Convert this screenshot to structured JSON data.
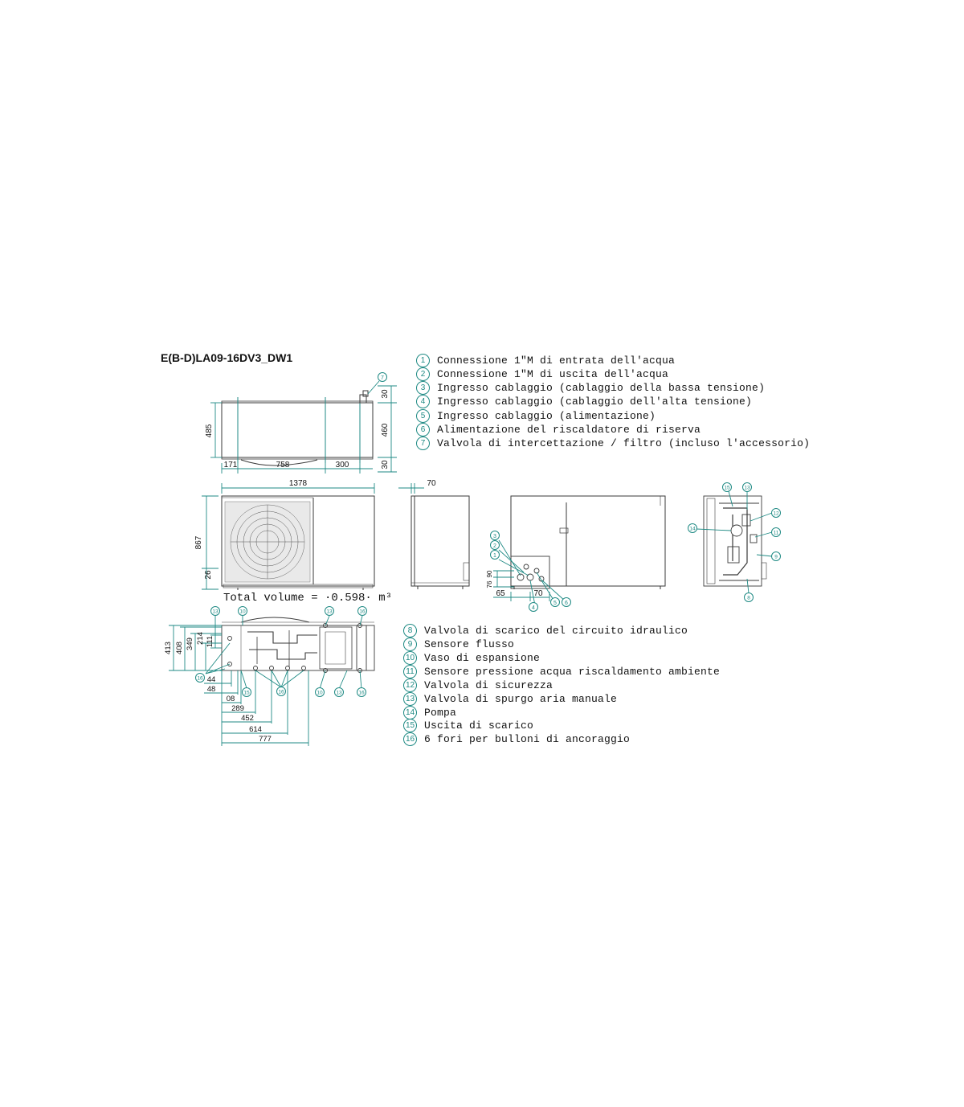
{
  "model": "E(B-D)LA09-16DV3_DW1",
  "total_volume": "Total volume = ·0.598· m³",
  "legend_top": [
    {
      "n": "1",
      "text": "Connessione 1\"M di entrata dell'acqua"
    },
    {
      "n": "2",
      "text": "Connessione 1\"M di uscita dell'acqua"
    },
    {
      "n": "3",
      "text": "Ingresso cablaggio (cablaggio della bassa tensione)"
    },
    {
      "n": "4",
      "text": "Ingresso cablaggio (cablaggio dell'alta tensione)"
    },
    {
      "n": "5",
      "text": "Ingresso cablaggio (alimentazione)"
    },
    {
      "n": "6",
      "text": "Alimentazione del riscaldatore di riserva"
    },
    {
      "n": "7",
      "text": "Valvola di intercettazione / filtro (incluso l'accessorio)"
    }
  ],
  "legend_bottom": [
    {
      "n": "8",
      "text": "Valvola di scarico del circuito idraulico"
    },
    {
      "n": "9",
      "text": "Sensore flusso"
    },
    {
      "n": "10",
      "text": "Vaso di espansione"
    },
    {
      "n": "11",
      "text": "Sensore pressione acqua riscaldamento ambiente"
    },
    {
      "n": "12",
      "text": "Valvola di sicurezza"
    },
    {
      "n": "13",
      "text": "Valvola di spurgo aria manuale"
    },
    {
      "n": "14",
      "text": "Pompa"
    },
    {
      "n": "15",
      "text": "Uscita di scarico"
    },
    {
      "n": "16",
      "text": "6 fori per bulloni di ancoraggio"
    }
  ],
  "dimensions": {
    "top_view": {
      "depth": "485",
      "d30a": "30",
      "d460": "460",
      "d30b": "30",
      "d171": "171",
      "d758": "758",
      "d300": "300"
    },
    "front_view": {
      "width": "1378",
      "height": "867",
      "foot": "26"
    },
    "side_view": {
      "d70": "70"
    },
    "detail": {
      "d76": "76",
      "d90": "90",
      "d65": "65",
      "d70": "70"
    },
    "bottom_view": {
      "d413": "413",
      "d408": "408",
      "d349": "349",
      "d214": "214",
      "d111": "111",
      "d44": "44",
      "d48": "48",
      "d08": "08",
      "d289": "289",
      "d452": "452",
      "d614": "614",
      "d777": "777"
    }
  },
  "callouts": {
    "top_view": [
      "7"
    ],
    "detail": [
      "3",
      "2",
      "1",
      "4",
      "5",
      "6"
    ],
    "hydraulic_view": [
      "15",
      "13",
      "12",
      "14",
      "11",
      "9",
      "8"
    ],
    "bottom_view": [
      "13",
      "10",
      "13",
      "16",
      "16",
      "15",
      "16",
      "10",
      "13",
      "16"
    ]
  },
  "colors": {
    "line": "#3a3a3a",
    "dim": "#1f8a84",
    "text": "#111111"
  }
}
